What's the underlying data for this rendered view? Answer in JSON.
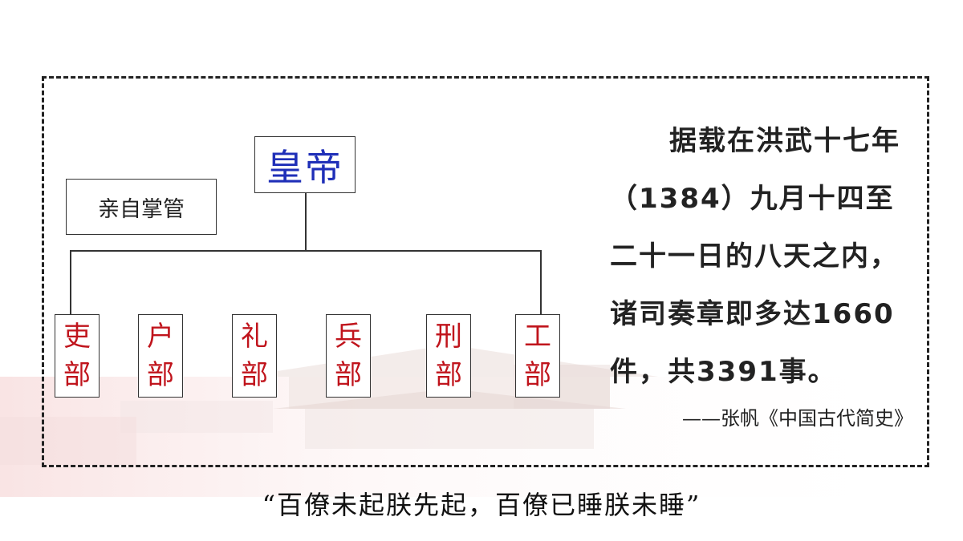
{
  "diagram": {
    "emperor": "皇帝",
    "self_manage": "亲自掌管",
    "ministries": [
      {
        "top": "吏",
        "bottom": "部"
      },
      {
        "top": "户",
        "bottom": "部"
      },
      {
        "top": "礼",
        "bottom": "部"
      },
      {
        "top": "兵",
        "bottom": "部"
      },
      {
        "top": "刑",
        "bottom": "部"
      },
      {
        "top": "工",
        "bottom": "部"
      }
    ]
  },
  "quote": {
    "text": "据载在洪武十七年（1384）九月十四至二十一日的八天之内，诸司奏章即多达1660件，共3391事。",
    "source": "——张帆《中国古代简史》"
  },
  "bottom_quote": "“百僚未起朕先起，百僚已睡朕未睡”",
  "colors": {
    "emperor": "#1f2fb8",
    "ministry": "#c0141c",
    "text": "#222222"
  }
}
